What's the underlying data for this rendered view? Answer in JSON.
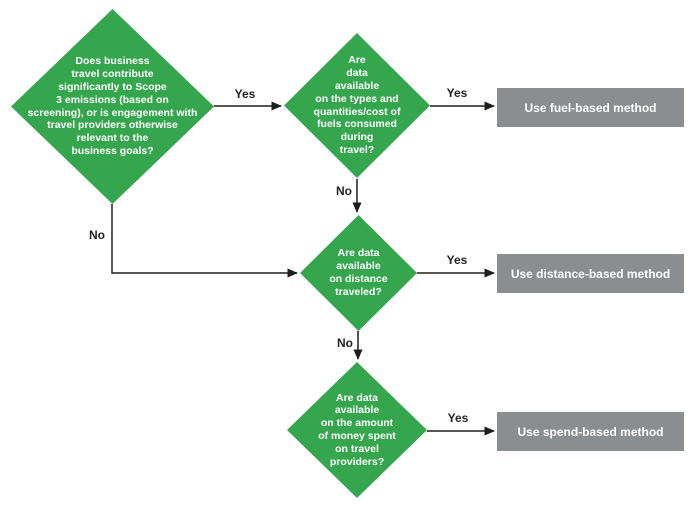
{
  "diagram": {
    "type": "flowchart",
    "topic": "Business travel emissions calculation method selection"
  },
  "colors": {
    "decision_node": "#35a64e",
    "result_node": "#8b8e90",
    "node_text": "#ffffff",
    "connector": "#1d1d1b",
    "edge_label_text": "#231f20",
    "background": "#ffffff"
  },
  "flowchart": {
    "decisions": [
      {
        "id": "d1",
        "text": "Does business\ntravel contribute\nsignificantly to Scope\n3 emissions (based on\nscreening), or is engagement with\ntravel providers otherwise\nrelevant to the\nbusiness goals?"
      },
      {
        "id": "d2",
        "text": "Are\ndata\navailable\non the types and\nquantities/cost of\nfuels consumed\nduring\ntravel?"
      },
      {
        "id": "d3",
        "text": "Are data\navailable\non distance\ntraveled?"
      },
      {
        "id": "d4",
        "text": "Are data\navailable\non the amount\nof money spent\non travel\nproviders?"
      }
    ],
    "results": [
      {
        "id": "r1",
        "label": "Use fuel-based method"
      },
      {
        "id": "r2",
        "label": "Use distance-based method"
      },
      {
        "id": "r3",
        "label": "Use spend-based method"
      }
    ],
    "edges": [
      {
        "from": "d1",
        "to": "d2",
        "label": "Yes"
      },
      {
        "from": "d2",
        "to": "r1",
        "label": "Yes"
      },
      {
        "from": "d2",
        "to": "d3",
        "label": "No"
      },
      {
        "from": "d1",
        "to": "d3",
        "label": "No"
      },
      {
        "from": "d3",
        "to": "r2",
        "label": "Yes"
      },
      {
        "from": "d3",
        "to": "d4",
        "label": "No"
      },
      {
        "from": "d4",
        "to": "r3",
        "label": "Yes"
      }
    ]
  }
}
